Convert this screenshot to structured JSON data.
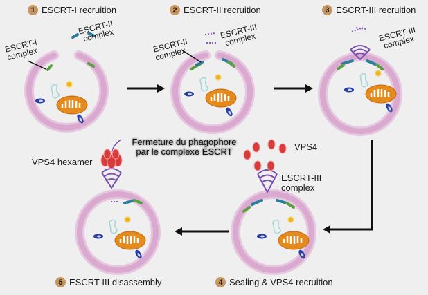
{
  "steps": [
    {
      "number": "1",
      "label": "ESCRT-I recruition"
    },
    {
      "number": "2",
      "label": "ESCRT-II recruition"
    },
    {
      "number": "3",
      "label": "ESCRT-III recruition"
    },
    {
      "number": "4",
      "label": "Sealing & VPS4 recruition"
    },
    {
      "number": "5",
      "label": "ESCRT-III disassembly"
    }
  ],
  "labels": {
    "escrt1_complex": [
      "ESCRT-I",
      "complex"
    ],
    "escrt2_complex_a": [
      "ESCRT-II",
      "complex"
    ],
    "escrt2_complex_b": [
      "ESCRT-II",
      "complex"
    ],
    "escrt3_complex_a": [
      "ESCRT-III",
      "complex"
    ],
    "escrt3_complex_b": [
      "ESCRT-III",
      "complex"
    ],
    "escrt3_complex_c": [
      "ESCRT-III",
      "complex"
    ],
    "vps4": "VPS4",
    "vps4_hexamer": "VPS4 hexamer"
  },
  "caption": [
    "Fermeture du phagophore",
    "par le complexe ESCRT"
  ],
  "colors": {
    "background": "#efefef",
    "membrane": "#d9a9d0",
    "badge": "#c8955e",
    "escrt1": "#5aa040",
    "escrt2": "#2a7fa0",
    "escrt3": "#7a4fb0",
    "vps4": "#d63c3c",
    "mitochondrion": "#e58a1c",
    "arrow": "#111111"
  }
}
